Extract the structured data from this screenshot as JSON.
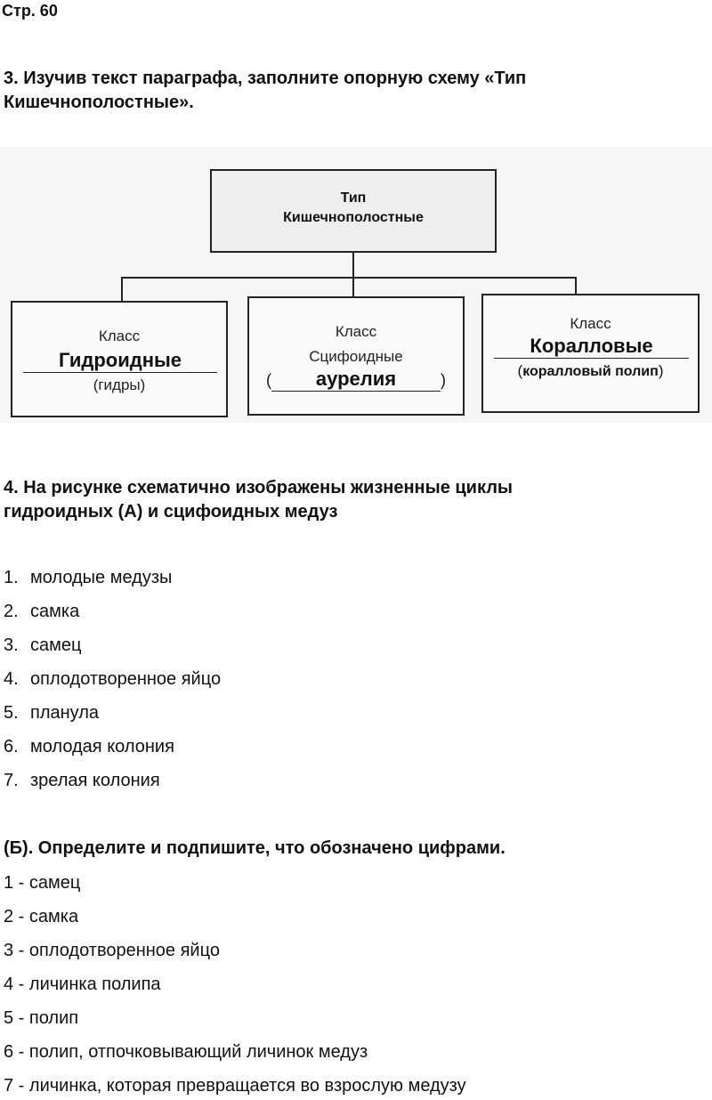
{
  "page_label": "Стр. 60",
  "task3": {
    "title_line1": "3. Изучив текст параграфа, заполните опорную схему «Тип",
    "title_line2": "Кишечнополостные»."
  },
  "diagram": {
    "root": {
      "line1": "Тип",
      "line2": "Кишечнополостные"
    },
    "classes": [
      {
        "label": "Класс",
        "name": "Гидроидные",
        "example": "(гидры)"
      },
      {
        "label": "Класс",
        "name": "Сцифоидные",
        "example": "аурелия",
        "open": "(",
        "close": ")"
      },
      {
        "label": "Класс",
        "name": "Коралловые",
        "example": "коралловый полип",
        "open": "(",
        "close": ")"
      }
    ]
  },
  "task4": {
    "title_line1": "4. На рисунке схематично изображены жизненные циклы",
    "title_line2": "гидроидных (А) и сцифоидных медуз",
    "items": [
      {
        "n": "1.",
        "t": "молодые медузы"
      },
      {
        "n": "2.",
        "t": "самка"
      },
      {
        "n": "3.",
        "t": "самец"
      },
      {
        "n": "4.",
        "t": "оплодотворенное яйцо"
      },
      {
        "n": "5.",
        "t": "планула"
      },
      {
        "n": "6.",
        "t": "молодая колония"
      },
      {
        "n": "7.",
        "t": "зрелая колония"
      }
    ]
  },
  "taskB": {
    "title": "(Б). Определите и подпишите, что обозначено цифрами.",
    "items": [
      "1 - самец",
      "2 - самка",
      "3 - оплодотворенное яйцо",
      "4 - личинка полипа",
      "5 - полип",
      "6 - полип, отпочковывающий личинок медуз",
      "7 - личинка, которая превращается во взрослую медузу"
    ]
  }
}
